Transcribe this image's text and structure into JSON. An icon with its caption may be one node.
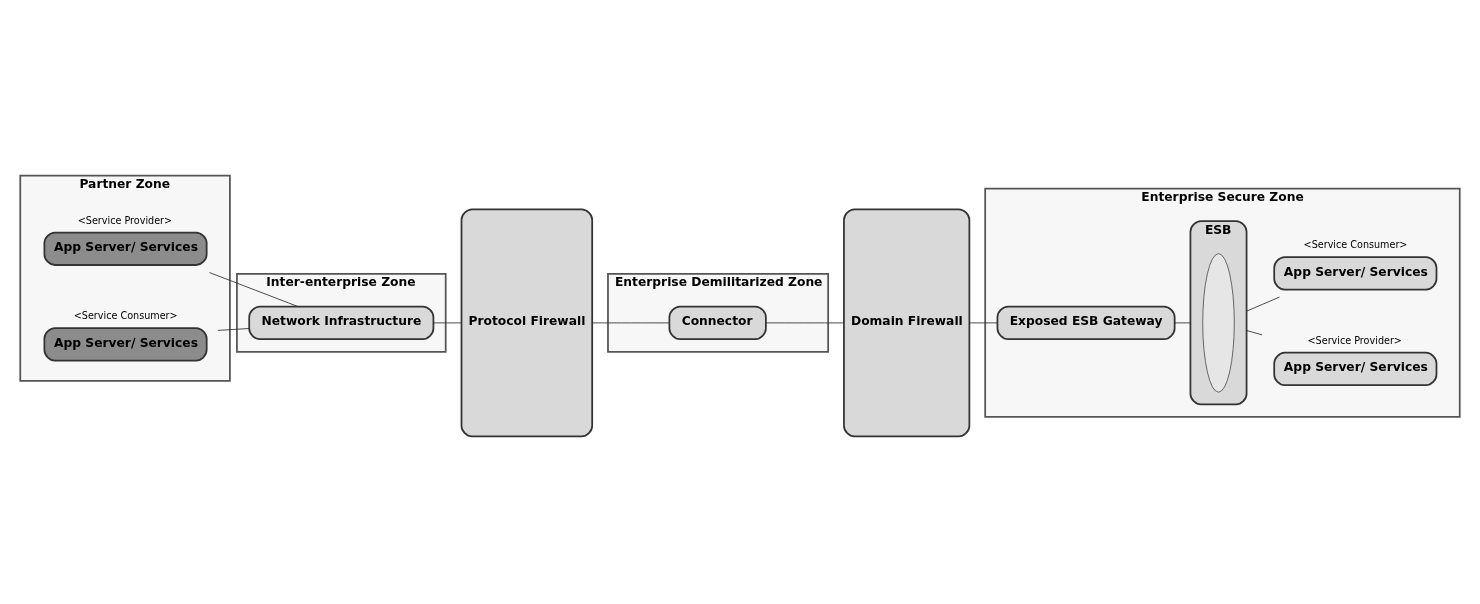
{
  "diagram": {
    "nodes": [
      {
        "text": [
          "Partner Zone"
        ]
      },
      {
        "text": [
          "App Server/ Services"
        ],
        "beside": [
          "<Service Provider>"
        ],
        "in": 0
      },
      {
        "text": [
          "App Server/ Services"
        ],
        "beside": [
          "<Service Consumer>"
        ],
        "in": 0
      },
      {
        "text": [
          "Inter-enterprise Zone"
        ]
      },
      {
        "text": [
          "Network Infrastructure"
        ],
        "in": 3
      },
      {
        "text": [
          "Protocol Firewall"
        ]
      },
      {
        "text": [
          "Enterprise Demilitarized Zone"
        ]
      },
      {
        "text": [
          "Connector"
        ],
        "in": 6
      },
      {
        "text": [
          "Domain Firewall"
        ]
      },
      {
        "text": [
          "Enterprise Secure Zone"
        ]
      },
      {
        "text": [
          "Exposed ESB Gateway"
        ],
        "in": 9
      },
      {
        "text": [
          "ESB"
        ],
        "in": 9
      },
      {
        "text": [],
        "shape": "ellipse",
        "in": 11
      },
      {
        "text": [
          "App Server/ Services"
        ],
        "beside": [
          "<Service Provider>"
        ],
        "in": 9
      },
      {
        "text": [
          "App Server/ Services"
        ],
        "beside": [
          "<Service Consumer>"
        ],
        "in": 9
      }
    ],
    "edges": [
      {
        "from": 1,
        "to": 4,
        "arrow": "none"
      },
      {
        "from": 2,
        "to": 4,
        "arrow": "none"
      },
      {
        "from": 4,
        "to": 5,
        "arrow": "none"
      },
      {
        "from": 5,
        "to": 7,
        "arrow": "none"
      },
      {
        "from": 7,
        "to": 8,
        "arrow": "none"
      },
      {
        "from": 8,
        "to": 10,
        "arrow": "none"
      },
      {
        "from": 10,
        "to": 11,
        "arrow": "none"
      },
      {
        "from": 11,
        "to": 13,
        "arrow": "none"
      },
      {
        "from": 11,
        "to": 14,
        "arrow": "none"
      }
    ]
  }
}
